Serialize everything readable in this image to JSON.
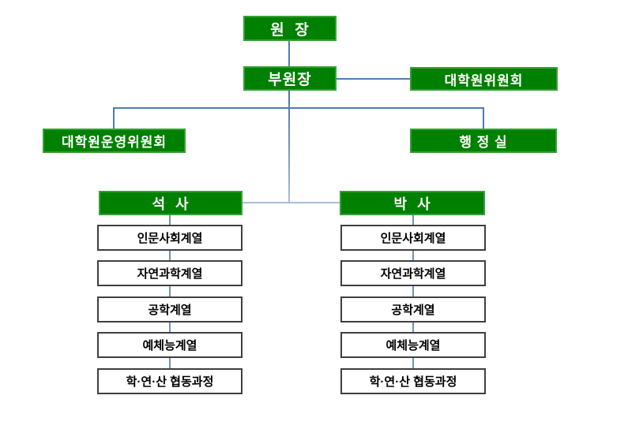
{
  "diagram": {
    "type": "org-chart",
    "background": "#ffffff",
    "colors": {
      "node_fill": "#008000",
      "node_border": "#36a036",
      "node_text": "#ffffff",
      "track_fill": "#ffffff",
      "track_border": "#3f3f3f",
      "track_text": "#000000",
      "connector": "#4f7cb0",
      "connector_light": "#a9bed6"
    },
    "nodes": {
      "director": "원  장",
      "vice_director": "부원장",
      "graduate_committee": "대학원위원회",
      "operating_committee": "대학원운영위원회",
      "admin_office": "행 정 실",
      "masters": "석  사",
      "doctoral": "박  사"
    },
    "masters_tracks": [
      "인문사회계열",
      "자연과학계열",
      "공학계열",
      "예체능계열",
      "학·연·산 협동과정"
    ],
    "doctoral_tracks": [
      "인문사회계열",
      "자연과학계열",
      "공학계열",
      "예체능계열",
      "학·연·산 협동과정"
    ]
  }
}
